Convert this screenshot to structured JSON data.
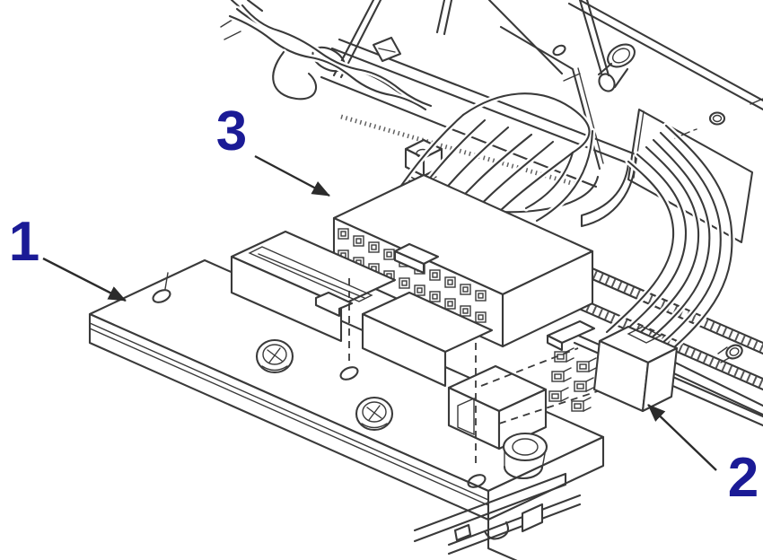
{
  "diagram": {
    "background_color": "#ffffff",
    "line_color": "#3a3a3a",
    "callout_color": "#1b1b96",
    "callouts": [
      {
        "label": "1",
        "points_to": "printhead-assembly"
      },
      {
        "label": "2",
        "points_to": "power-connector"
      },
      {
        "label": "3",
        "points_to": "data-cable-connector"
      }
    ]
  }
}
